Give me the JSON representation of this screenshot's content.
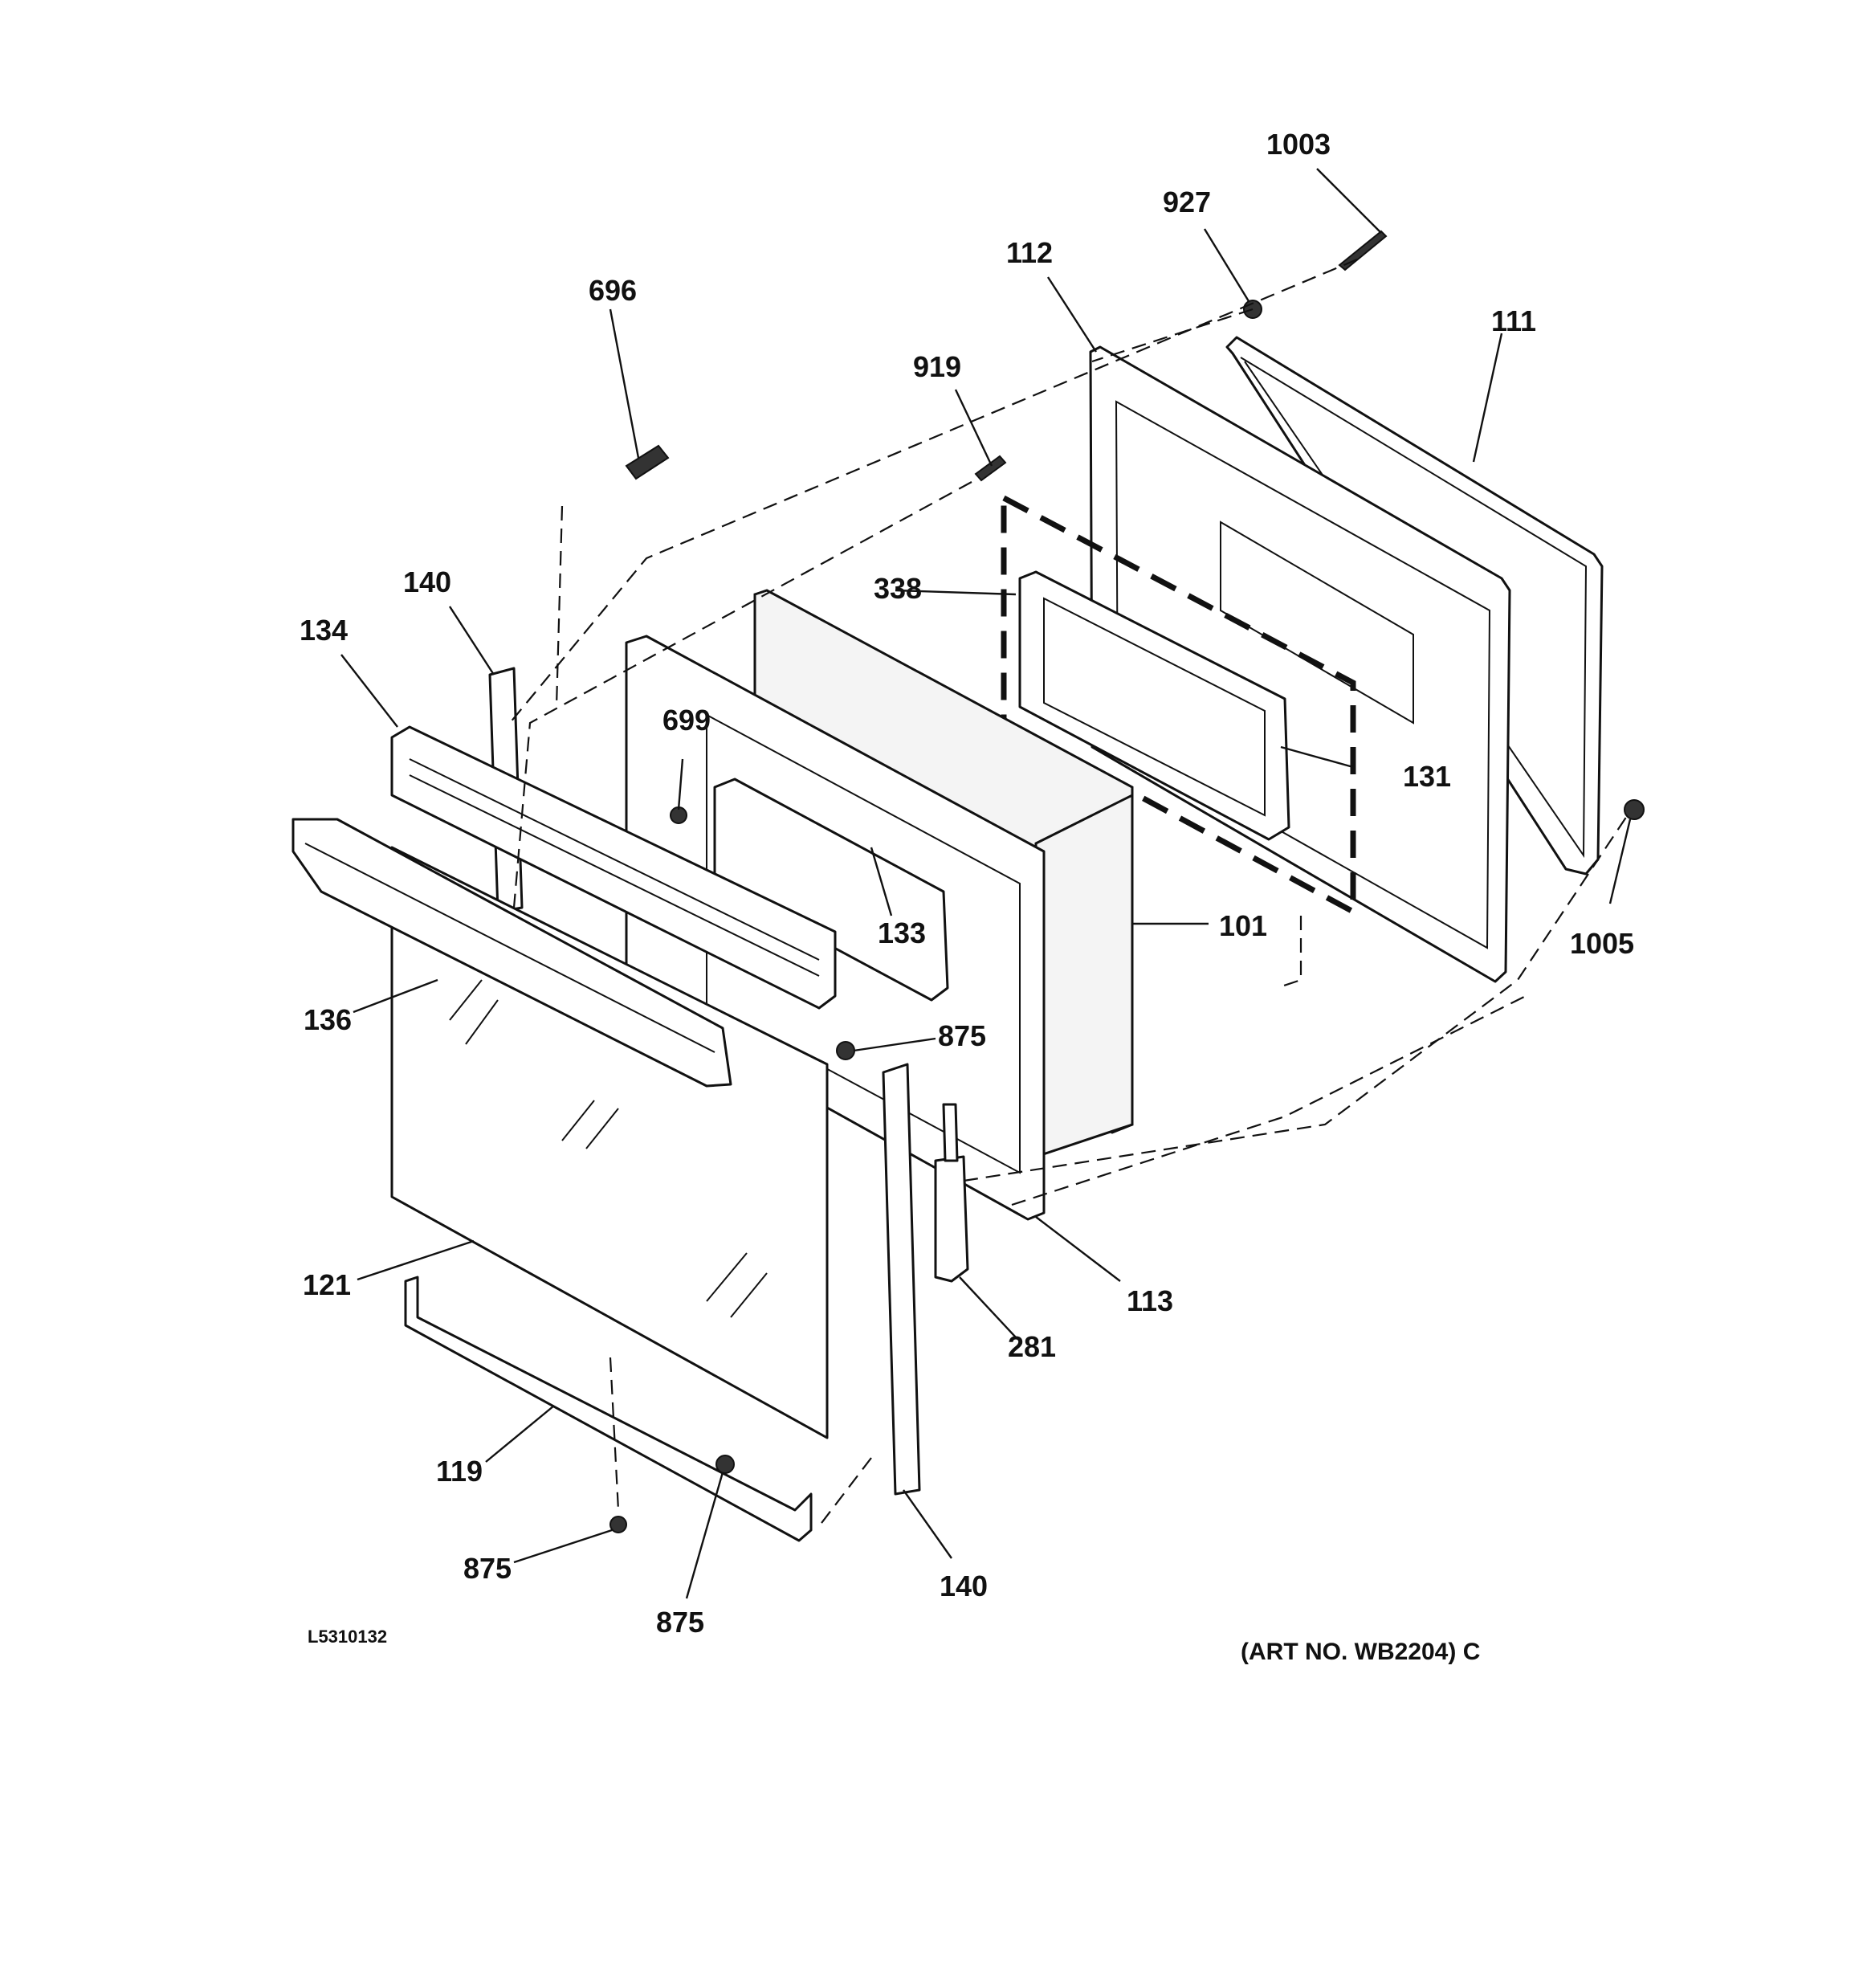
{
  "diagram": {
    "callouts": [
      {
        "id": "1003",
        "label": "1003"
      },
      {
        "id": "927",
        "label": "927"
      },
      {
        "id": "112",
        "label": "112"
      },
      {
        "id": "111",
        "label": "111"
      },
      {
        "id": "696",
        "label": "696"
      },
      {
        "id": "919",
        "label": "919"
      },
      {
        "id": "338",
        "label": "338"
      },
      {
        "id": "140-top",
        "label": "140"
      },
      {
        "id": "134",
        "label": "134"
      },
      {
        "id": "699",
        "label": "699"
      },
      {
        "id": "131",
        "label": "131"
      },
      {
        "id": "1005",
        "label": "1005"
      },
      {
        "id": "133",
        "label": "133"
      },
      {
        "id": "101",
        "label": "101"
      },
      {
        "id": "136",
        "label": "136"
      },
      {
        "id": "875-right",
        "label": "875"
      },
      {
        "id": "121",
        "label": "121"
      },
      {
        "id": "113",
        "label": "113"
      },
      {
        "id": "281",
        "label": "281"
      },
      {
        "id": "119",
        "label": "119"
      },
      {
        "id": "875-bottom-left",
        "label": "875"
      },
      {
        "id": "140-bottom",
        "label": "140"
      },
      {
        "id": "875-bottom",
        "label": "875"
      }
    ],
    "drawing_id": "L5310132",
    "art_number": "(ART NO. WB2204) C"
  }
}
